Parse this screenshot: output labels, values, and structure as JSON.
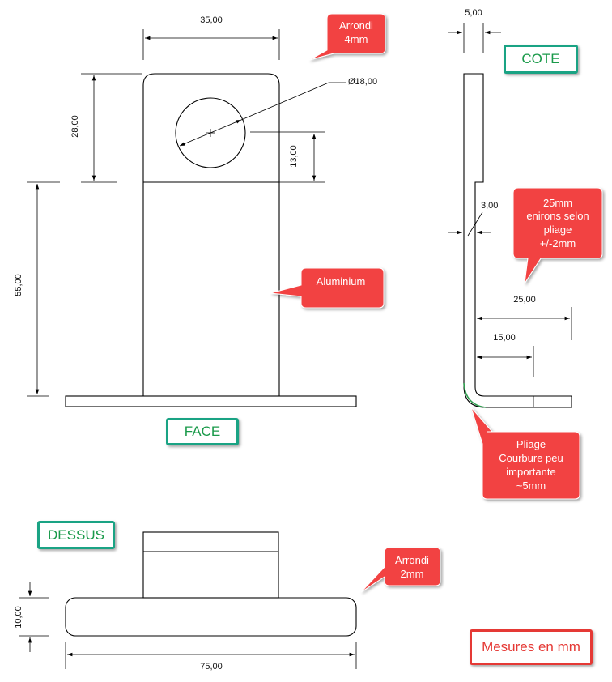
{
  "views": {
    "face": "FACE",
    "cote": "COTE",
    "dessus": "DESSUS"
  },
  "units_note": "Mesures en mm",
  "dimensions": {
    "face_width": "35,00",
    "face_top_height": "28,00",
    "face_bottom_height": "55,00",
    "hole_diameter": "Ø18,00",
    "hole_center": "13,00",
    "side_thickness": "5,00",
    "side_bend_gap": "3,00",
    "side_length": "25,00",
    "side_inner": "15,00",
    "top_depth": "10,00",
    "top_width": "75,00"
  },
  "callouts": {
    "arrondi_4": [
      "Arrondi",
      "4mm"
    ],
    "aluminium": [
      "Aluminium"
    ],
    "bend_25": [
      "25mm",
      "enirons selon",
      "pliage",
      "+/-2mm"
    ],
    "pliage": [
      "Pliage",
      "Courbure peu",
      "importante",
      "~5mm"
    ],
    "arrondi_2": [
      "Arrondi",
      "2mm"
    ]
  },
  "colors": {
    "callout": "#f24343",
    "tag_border": "#1aa384",
    "tag_text": "#1a9a4a",
    "units_border": "#e53935"
  }
}
